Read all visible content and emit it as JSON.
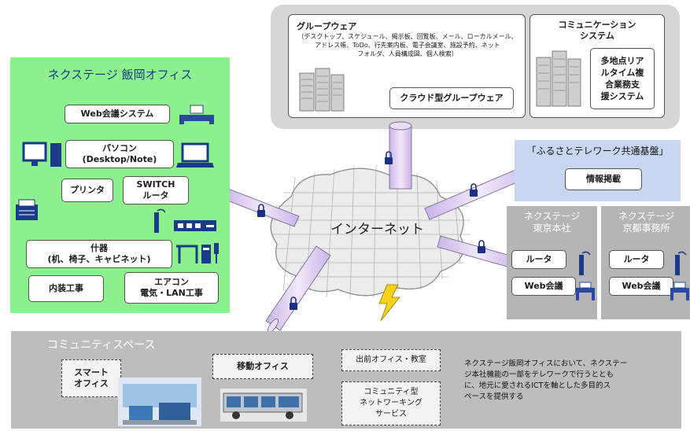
{
  "naka": {
    "title": "ネクステージ 飯岡オフィス",
    "web_meeting": "Web会議システム",
    "pc": "パソコン\n(Desktop/Note)",
    "printer": "プリンタ",
    "switch_router": "SWITCH\nルータ",
    "furniture": "什器\n(机、椅子、キャビネット)",
    "interior": "内装工事",
    "aircon": "エアコン\n電気・LAN工事"
  },
  "groupware": {
    "title": "グループウェア",
    "desc": "（デスクトップ、スケジュール、掲示板、回覧板、メール、ローカルメール、\nアドレス帳、ToDo、行先案内板、電子会議室、施設予約、ネット\nフォルダ、人員構成図、個人検索）",
    "cloud_label": "クラウド型グループウェア"
  },
  "comm": {
    "title": "コミュニケーション\nシステム",
    "multi": "多地点リア\nルタイム複\n合業務支\n援システム"
  },
  "furusato": {
    "title": "「ふるさとテレワーク共通基盤」",
    "info": "情報掲載"
  },
  "internet": {
    "label": "インターネット"
  },
  "tokyo": {
    "title": "ネクステージ\n東京本社",
    "router": "ルータ",
    "web": "Web会議"
  },
  "kyoto": {
    "title": "ネクステージ\n京都事務所",
    "router": "ルータ",
    "web": "Web会議"
  },
  "community": {
    "title": "コミュニティスペース",
    "smart": "スマート\nオフィス",
    "mobile": "移動オフィス",
    "branch": "出前オフィス・教室",
    "networking": "コミュニティ型\nネットワーキング\nサービス",
    "desc": "ネクステージ飯岡オフィスにおいて、ネクステー\nジ本社機能の一部をテレワークで行うととも\nに、地元に愛されるICTを軸とした多目的ス\nペースを提供する"
  },
  "colors": {
    "green": "#8cf08c",
    "tube": "#d9c8ef",
    "gray": "#d6d6d6"
  }
}
